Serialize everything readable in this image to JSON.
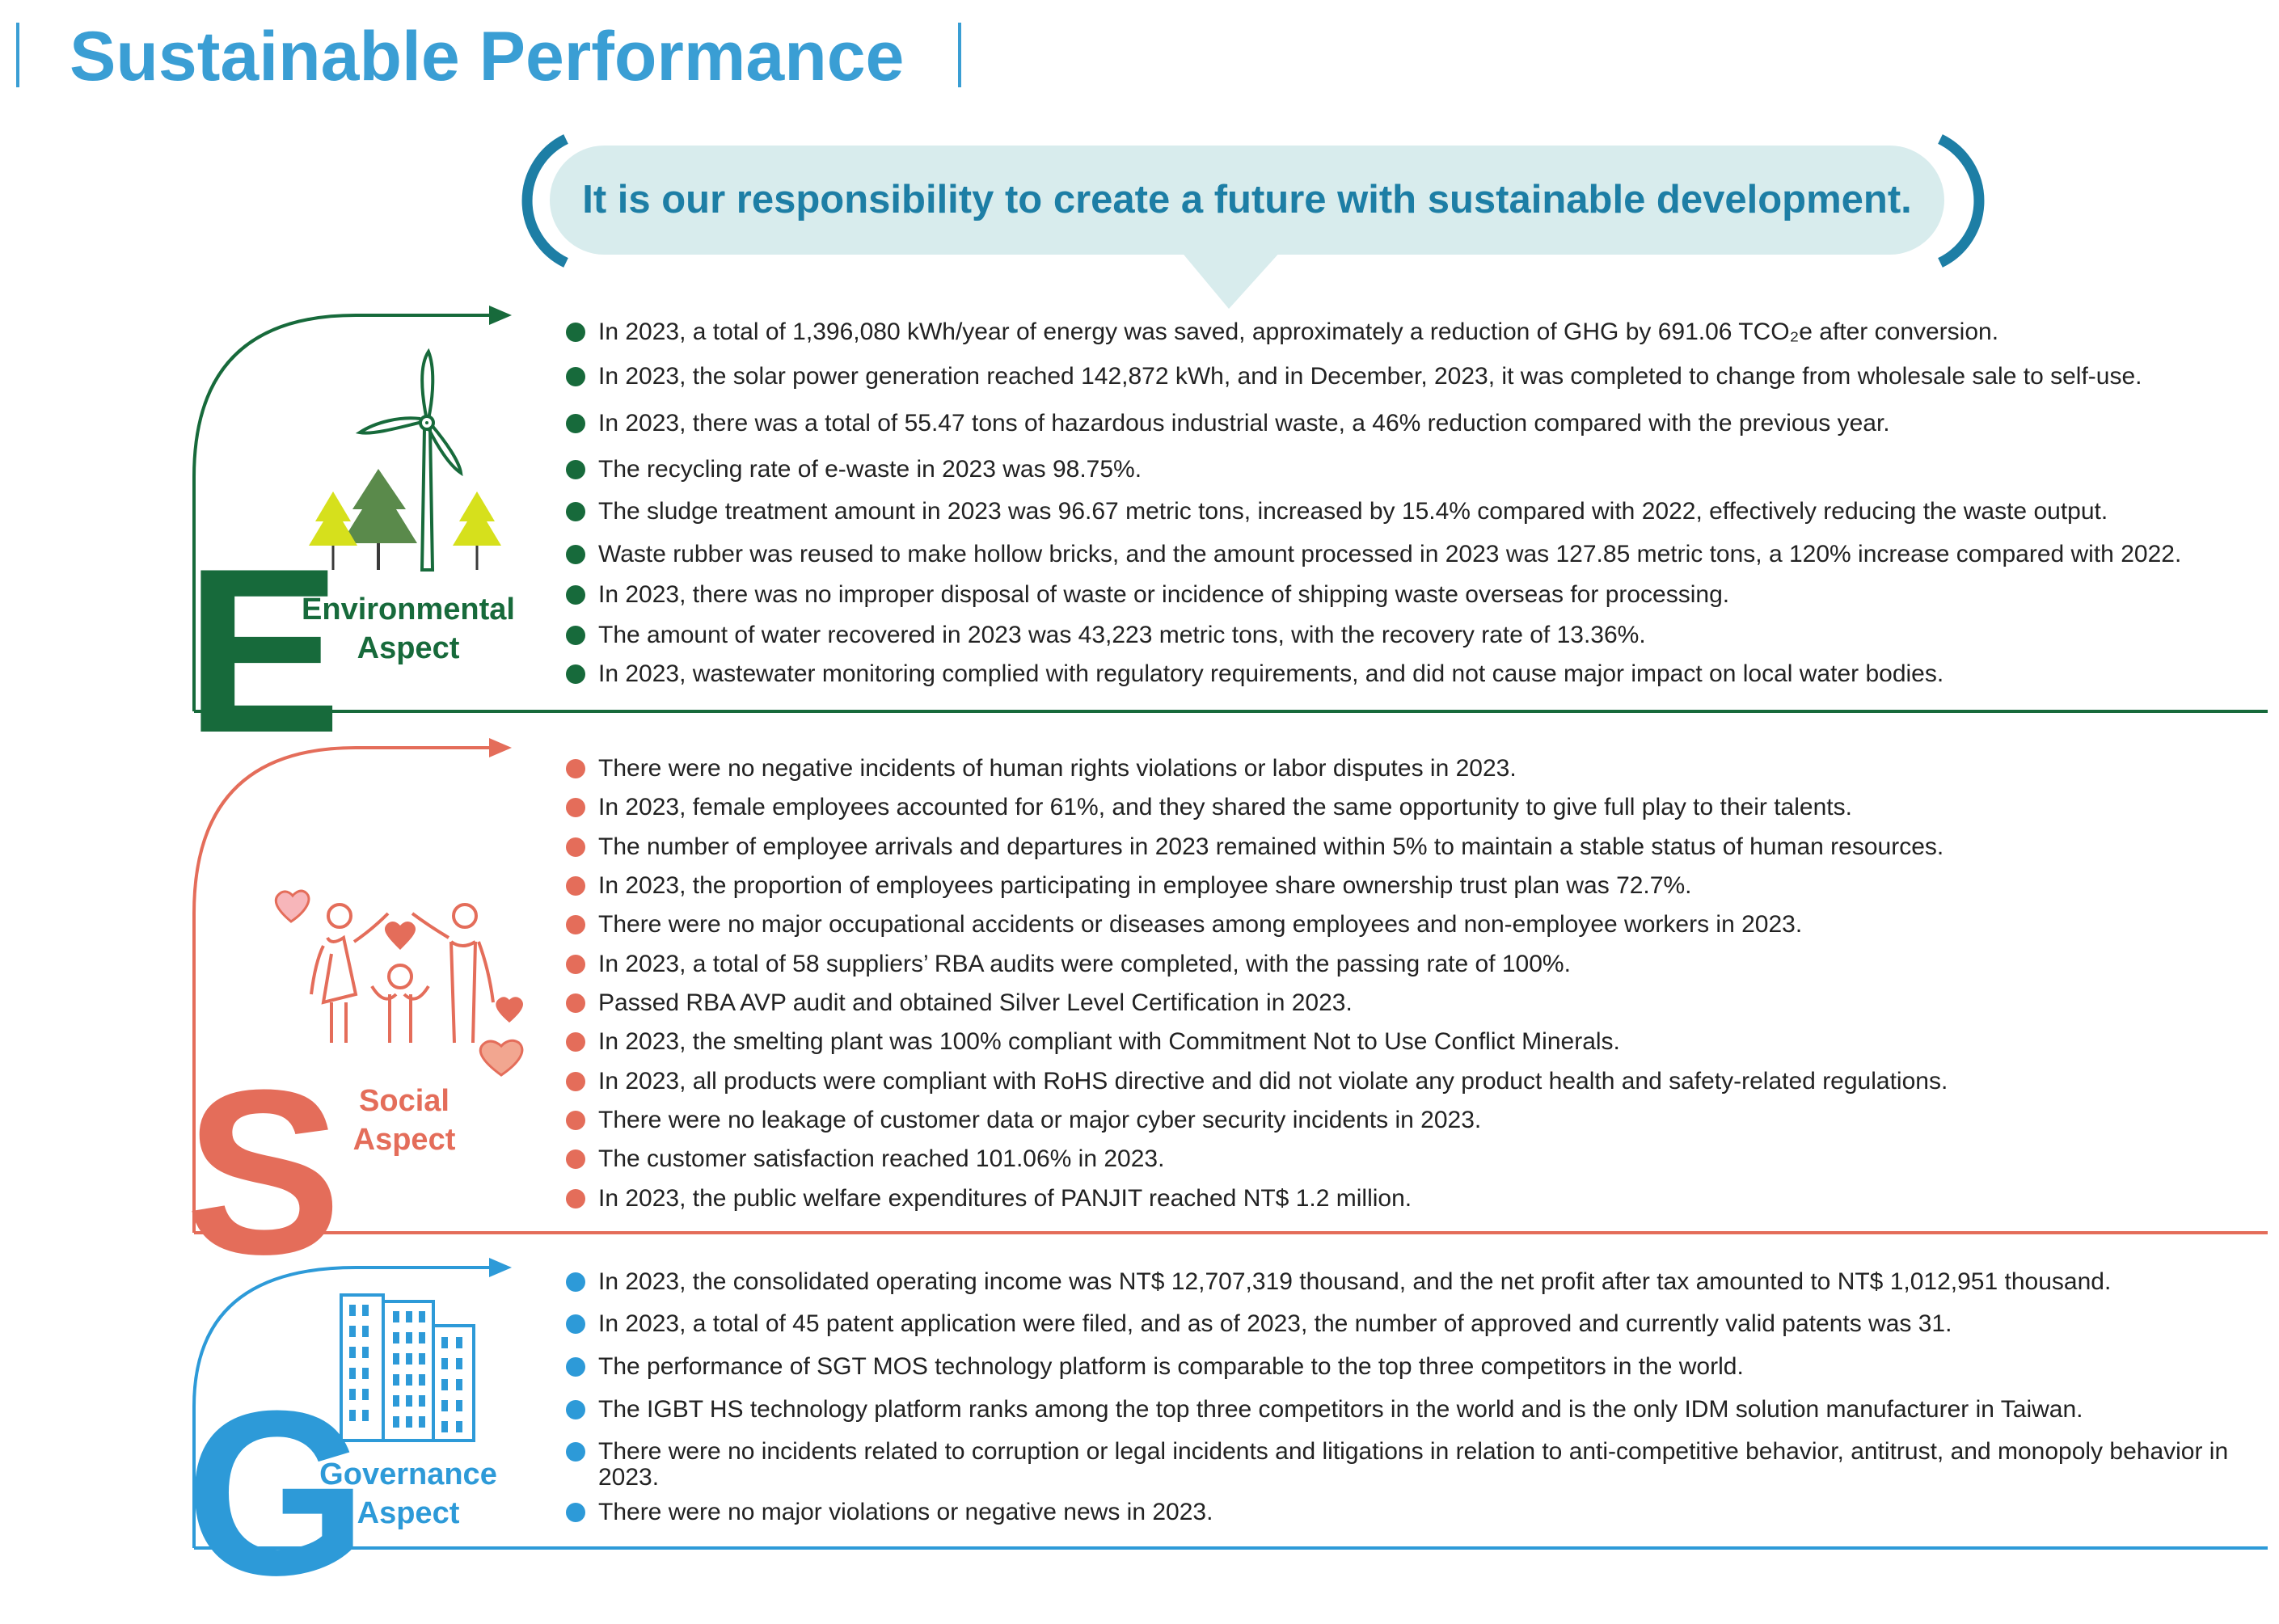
{
  "page_title": "Sustainable Performance",
  "banner": "It is our responsibility to create a future with sustainable development.",
  "environmental": {
    "letter": "E",
    "label_line1": "Environmental",
    "label_line2": "Aspect",
    "color": "#176a3b",
    "items": [
      "In 2023, a total of 1,396,080 kWh/year of energy was saved, approximately a reduction of GHG by 691.06 TCO₂e after conversion.",
      "In 2023, the solar power generation reached 142,872 kWh, and in December, 2023, it was completed to change from wholesale sale to self-use.",
      "In 2023, there was a total of 55.47 tons of hazardous industrial waste, a 46% reduction compared with the previous year.",
      "The recycling rate of e-waste in 2023 was 98.75%.",
      "The sludge treatment amount in 2023 was 96.67 metric tons, increased by 15.4% compared with 2022, effectively reducing the waste output.",
      "Waste rubber was reused to make hollow bricks, and the amount processed in 2023 was 127.85 metric tons, a 120% increase compared with 2022.",
      "In 2023, there was no improper disposal of waste or incidence of shipping waste overseas for processing.",
      "The amount of water recovered in 2023 was 43,223 metric tons, with the recovery rate of 13.36%.",
      "In 2023, wastewater monitoring complied with regulatory requirements, and did not cause major impact on local water bodies."
    ]
  },
  "social": {
    "letter": "S",
    "label_line1": "Social",
    "label_line2": "Aspect",
    "color": "#e46d5a",
    "items": [
      "There were no negative incidents of human rights violations or labor disputes in 2023.",
      "In 2023, female employees accounted for 61%, and they shared the same opportunity to give full play to their talents.",
      "The number of employee arrivals and departures in 2023 remained within 5% to maintain a stable status of human resources.",
      "In 2023, the proportion of employees participating in employee share ownership trust plan was 72.7%.",
      "There were no major occupational accidents or diseases among employees and non-employee workers in 2023.",
      "In 2023, a total of 58 suppliers’ RBA audits were completed, with the passing rate of 100%.",
      "Passed RBA AVP audit and obtained Silver Level Certification in 2023.",
      "In 2023, the smelting plant was 100% compliant with Commitment Not to Use Conflict Minerals.",
      "In 2023, all products were compliant with RoHS directive and did not violate any product health and safety-related regulations.",
      "There were no leakage of customer data or major cyber security incidents in 2023.",
      "The customer satisfaction reached 101.06% in 2023.",
      "In 2023, the public welfare expenditures of PANJIT reached NT$ 1.2 million."
    ]
  },
  "governance": {
    "letter": "G",
    "label_line1": "Governance",
    "label_line2": "Aspect",
    "color": "#2d9ad8",
    "items": [
      "In 2023, the consolidated operating income was NT$ 12,707,319 thousand, and the net profit after tax amounted to NT$ 1,012,951 thousand.",
      "In 2023, a total of 45 patent application were filed, and as of 2023, the number of approved and currently valid patents was 31.",
      "The performance of SGT MOS technology platform is comparable to the top three competitors in the world.",
      "The IGBT HS technology platform ranks among the top three competitors in the world and is the only IDM solution manufacturer in Taiwan.",
      "There were no incidents related to corruption or legal incidents and litigations in relation to anti-competitive behavior, antitrust, and monopoly behavior in 2023.",
      "There were no major violations or negative news in 2023."
    ]
  },
  "icons": {
    "environmental": "wind-turbine-trees-icon",
    "social": "family-hearts-icon",
    "governance": "buildings-icon"
  }
}
